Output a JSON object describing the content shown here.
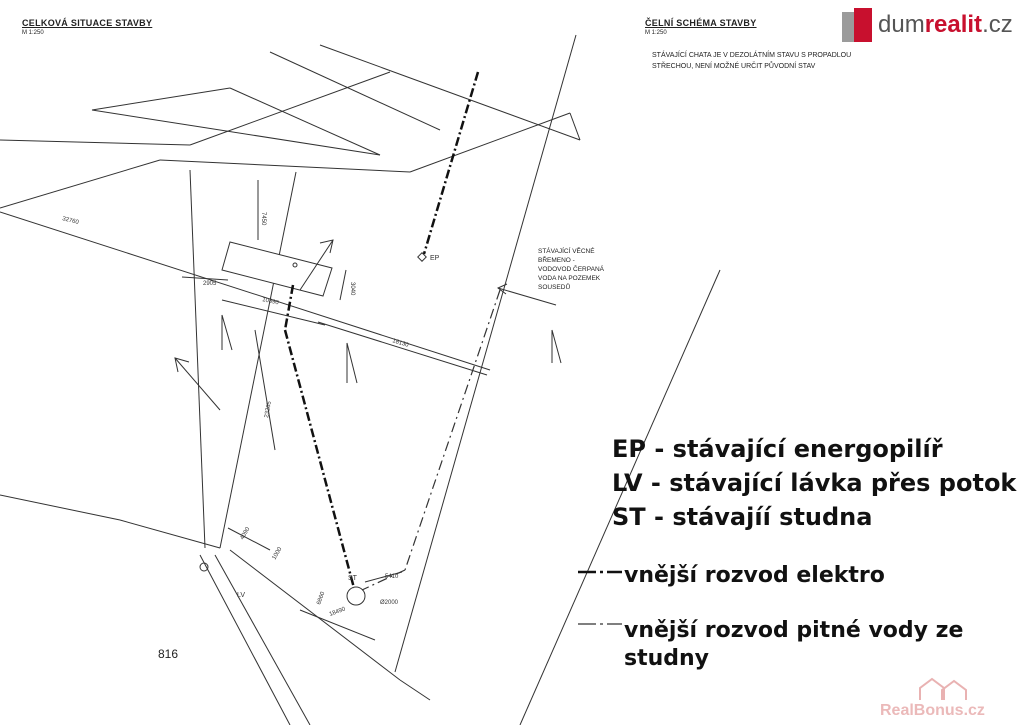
{
  "header_left": {
    "title": "CELKOVÁ SITUACE STAVBY",
    "scale": "M 1:250"
  },
  "header_right": {
    "title": "ČELNÍ SCHÉMA STAVBY",
    "scale": "M 1:250",
    "note": "STÁVAJÍCÍ CHATA JE V DEZOLÁTNÍM STAVU S PROPADLOU STŘECHOU, NENÍ MOŽNÉ URČIT PŮVODNÍ STAV"
  },
  "logo": {
    "brand_plain": "dum",
    "brand_bold": "realit",
    "suffix": ".cz",
    "accent": "#c8102e"
  },
  "watermark": "RealBonus.cz",
  "plot_number": "816",
  "labels": {
    "ep": "EP",
    "lv": "LV",
    "st": "ST"
  },
  "easement_note": "STÁVAJÍCÍ VĚCNÉ BŘEMENO - VODOVOD ČERPANÁ VODA NA POZEMEK SOUSEDŮ",
  "dimensions": {
    "d1": "32760",
    "d2": "7450",
    "d3": "2905",
    "d4": "10390",
    "d5": "3040",
    "d6": "18130",
    "d7": "23265",
    "d8": "4090",
    "d9": "1000",
    "d10": "5410",
    "d11": "Ø2000",
    "d12": "6860",
    "d13": "18490"
  },
  "legend": {
    "ep": "EP - stávající  energopilíř",
    "lv": "LV - stávající lávka přes potok",
    "st": "ST - stávajíí studna",
    "electro": "vnější rozvod elektro",
    "water": "vnější rozvod pitné vody ze studny"
  },
  "colors": {
    "line": "#222222",
    "text": "#111111",
    "brand_red": "#c8102e"
  }
}
